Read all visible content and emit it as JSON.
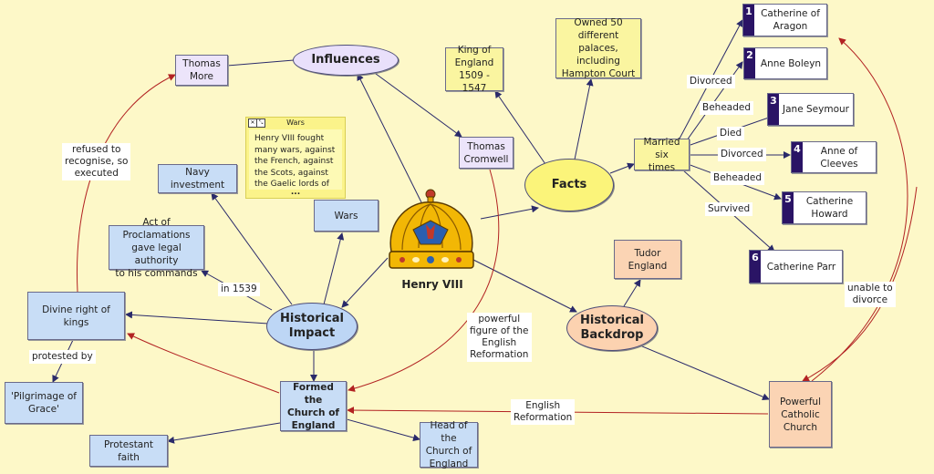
{
  "center": {
    "label": "Henry VIII",
    "icon": "crown-icon"
  },
  "hubs": {
    "influences": "Influences",
    "facts": "Facts",
    "impact": "Historical\nImpact",
    "backdrop": "Historical\nBackdrop"
  },
  "nodes": {
    "thomas_more": "Thomas\nMore",
    "thomas_cromwell": "Thomas\nCromwell",
    "king_of_england": "King of\nEngland\n1509 - 1547",
    "palaces": "Owned 50\ndifferent palaces,\nincluding\nHampton Court",
    "married": "Married six\ntimes",
    "navy": "Navy investment",
    "wars": "Wars",
    "proclamations": "Act of Proclamations\ngave legal authority\nto his commands",
    "divine_right": "Divine right of kings",
    "pilgrimage": "'Pilgrimage of\nGrace'",
    "formed_church": "Formed the\nChurch of\nEngland",
    "protestant": "Protestant faith",
    "head_church": "Head of the\nChurch of\nEngland",
    "tudor": "Tudor\nEngland",
    "catholic": "Powerful\nCatholic\nChurch"
  },
  "wives": [
    {
      "num": "1",
      "name": "Catherine of\nAragon"
    },
    {
      "num": "2",
      "name": "Anne Boleyn"
    },
    {
      "num": "3",
      "name": "Jane Seymour"
    },
    {
      "num": "4",
      "name": "Anne of\nCleeves"
    },
    {
      "num": "5",
      "name": "Catherine\nHoward"
    },
    {
      "num": "6",
      "name": "Catherine Parr"
    }
  ],
  "edge_labels": {
    "divorced_1": "Divorced",
    "beheaded_2": "Beheaded",
    "died_3": "Died",
    "divorced_4": "Divorced",
    "beheaded_5": "Beheaded",
    "survived_6": "Survived",
    "refused": "refused to\nrecognise, so\nexecuted",
    "in_1539": "in 1539",
    "protested_by": "protested by",
    "powerful_figure": "powerful\nfigure of the\nEnglish\nReformation",
    "unable_divorce": "unable to\ndivorce",
    "english_reformation": "English\nReformation"
  },
  "note": {
    "title": "Wars",
    "text": "Henry VIII fought many wars, against the French, against the Scots, against the Gaelic lords of",
    "more": "..."
  },
  "colors": {
    "background": "#fdf8c8",
    "lavender": "#ece4fa",
    "blue": "#c8ddf6",
    "yellow": "#faf5a0",
    "peach": "#fbd4b4",
    "link_navy": "#2a2a6a",
    "link_red": "#b22222",
    "number_badge": "#2a1465"
  }
}
